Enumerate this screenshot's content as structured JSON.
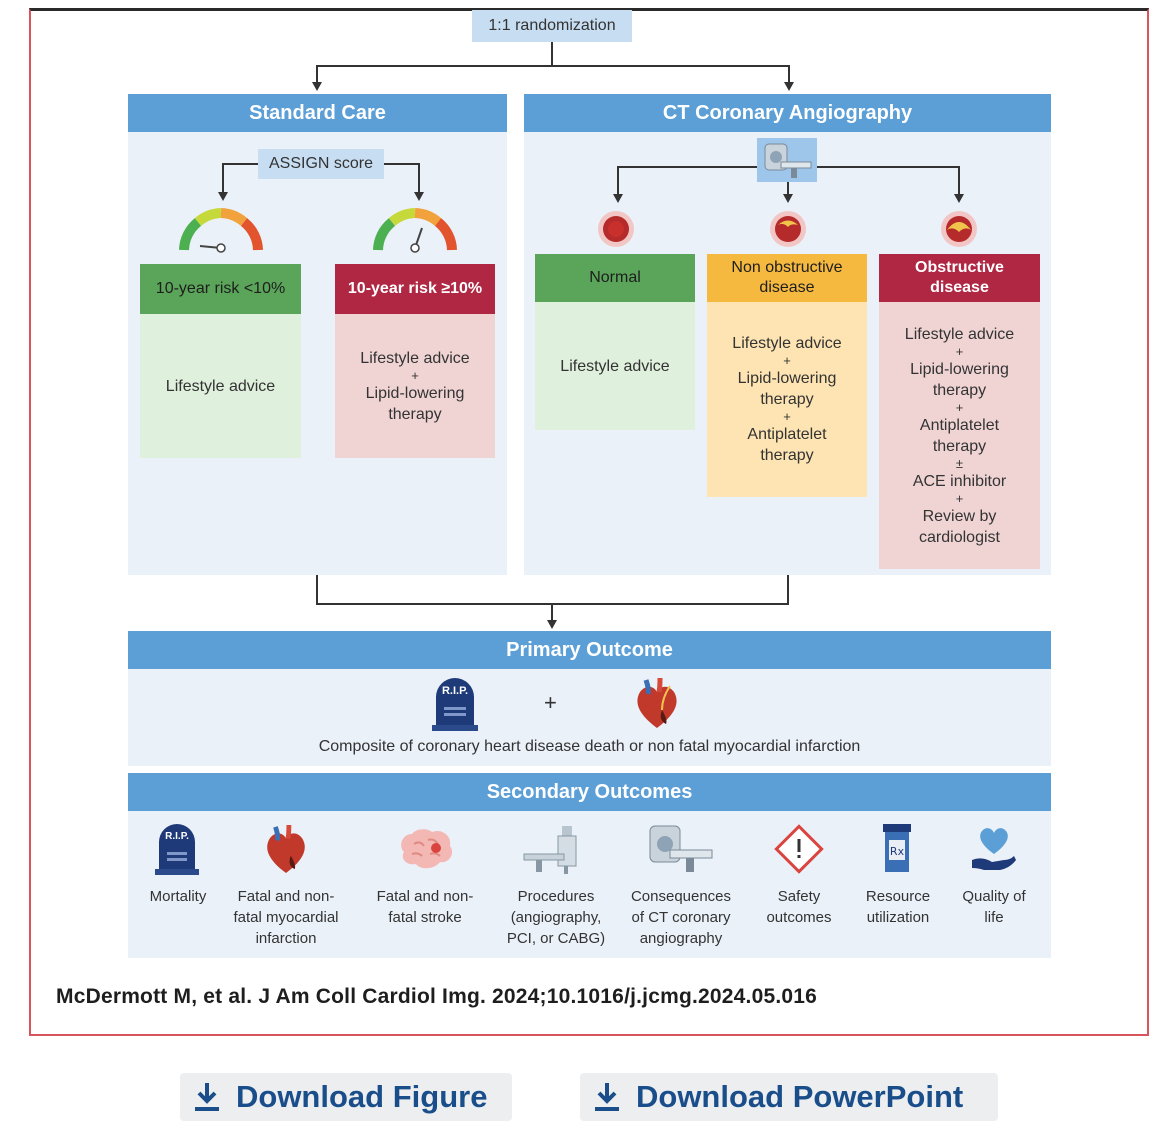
{
  "diagram": {
    "randomization": "1:1 randomization",
    "standard_care": {
      "title": "Standard Care",
      "score_label": "ASSIGN score",
      "low": {
        "header": "10-year risk <10%",
        "body": [
          "Lifestyle advice"
        ]
      },
      "high": {
        "header": "10-year risk ≥10%",
        "body": [
          "Lifestyle advice",
          "+",
          "Lipid-lowering",
          "therapy"
        ]
      }
    },
    "ct": {
      "title": "CT Coronary Angiography",
      "normal": {
        "header": "Normal",
        "body": [
          "Lifestyle advice"
        ]
      },
      "nonobstructive": {
        "header_1": "Non obstructive",
        "header_2": "disease",
        "body": [
          "Lifestyle advice",
          "+",
          "Lipid-lowering",
          "therapy",
          "+",
          "Antiplatelet",
          "therapy"
        ]
      },
      "obstructive": {
        "header_1": "Obstructive",
        "header_2": "disease",
        "body": [
          "Lifestyle advice",
          "+",
          "Lipid-lowering",
          "therapy",
          "+",
          "Antiplatelet",
          "therapy",
          "±",
          "ACE inhibitor",
          "+",
          "Review by",
          "cardiologist"
        ]
      }
    },
    "primary": {
      "title": "Primary Outcome",
      "plus": "+",
      "rip": "R.I.P.",
      "description": "Composite of coronary heart disease death or non fatal myocardial infarction"
    },
    "secondary": {
      "title": "Secondary Outcomes",
      "rip": "R.I.P.",
      "items": [
        {
          "lines": [
            "Mortality"
          ]
        },
        {
          "lines": [
            "Fatal and non-",
            "fatal myocardial",
            "infarction"
          ]
        },
        {
          "lines": [
            "Fatal and non-",
            "fatal stroke"
          ]
        },
        {
          "lines": [
            "Procedures",
            "(angiography,",
            "PCI, or CABG)"
          ]
        },
        {
          "lines": [
            "Consequences",
            "of CT coronary",
            "angiography"
          ]
        },
        {
          "lines": [
            "Safety",
            "outcomes"
          ]
        },
        {
          "lines": [
            "Resource",
            "utilization"
          ]
        },
        {
          "lines": [
            "Quality of",
            "life"
          ]
        }
      ]
    }
  },
  "citation": "McDermott M, et al. J Am Coll Cardiol Img. 2024;10.1016/j.jcmg.2024.05.016",
  "buttons": {
    "download_figure": "Download Figure",
    "download_powerpoint": "Download PowerPoint"
  },
  "colors": {
    "header_blue": "#5b9fd6",
    "light_blue": "#eaf1f9",
    "green": "#5aa55a",
    "red": "#b02744",
    "yellow": "#f5b940",
    "link_blue": "#1a4e8a"
  },
  "icons": [
    "download-icon",
    "gauge-icon",
    "artery-icon",
    "ct-scanner-icon",
    "tombstone-icon",
    "heart-icon",
    "brain-icon",
    "cath-lab-icon",
    "warning-icon",
    "pill-bottle-icon",
    "hand-heart-icon"
  ]
}
